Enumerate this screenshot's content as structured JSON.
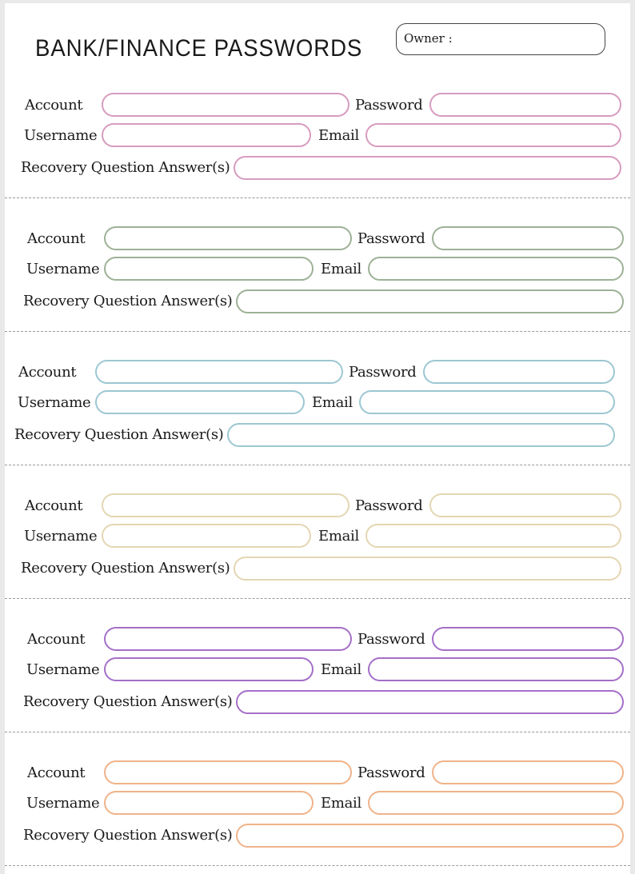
{
  "header": {
    "title": "BANK/FINANCE PASSWORDS",
    "owner_label": "Owner :"
  },
  "labels": {
    "account": "Account",
    "password": "Password",
    "username": "Username",
    "email": "Email",
    "recovery": "Recovery Question Answer(s)"
  },
  "entries": [
    {
      "color": "#d79cbf"
    },
    {
      "color": "#9db196"
    },
    {
      "color": "#9cc7d1"
    },
    {
      "color": "#e4d6b2"
    },
    {
      "color": "#a46fc8"
    },
    {
      "color": "#f0b389"
    }
  ]
}
